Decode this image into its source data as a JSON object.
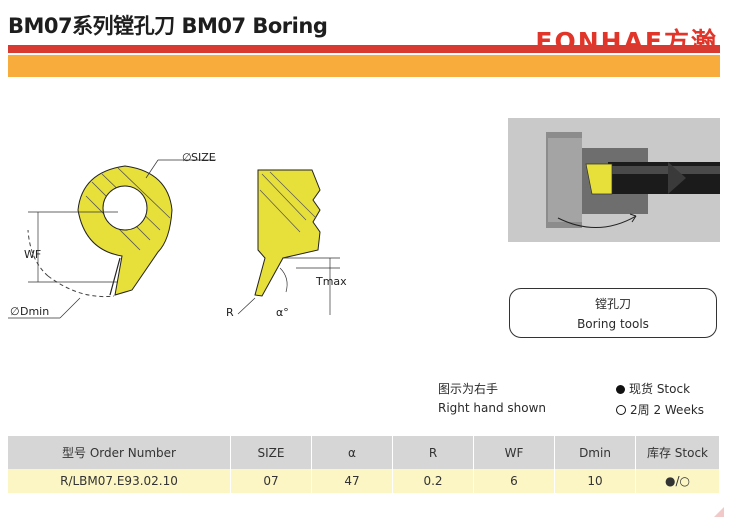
{
  "header": {
    "title": "BM07系列镗孔刀 BM07 Boring",
    "brand": "FONHAE方瀚",
    "accent_red": "#d83a32",
    "accent_orange": "#f7ac3c"
  },
  "drawing": {
    "label_size": "SIZE",
    "label_wf": "WF",
    "label_dmin": "Dmin",
    "label_tmax": "Tmax",
    "label_r": "R",
    "label_alpha": "α°",
    "insert_color": "#e7df3a"
  },
  "callout": {
    "line1": "镗孔刀",
    "line2": "Boring tools"
  },
  "notes": {
    "hand_cn": "图示为右手",
    "hand_en": "Right hand shown",
    "stock": "现货 Stock",
    "weeks": "2周 2 Weeks"
  },
  "table": {
    "headers": [
      "型号 Order Number",
      "SIZE",
      "α",
      "R",
      "WF",
      "Dmin",
      "库存 Stock"
    ],
    "rows": [
      [
        "R/LBM07.E93.02.10",
        "07",
        "47",
        "0.2",
        "6",
        "10",
        "●/○"
      ]
    ]
  }
}
